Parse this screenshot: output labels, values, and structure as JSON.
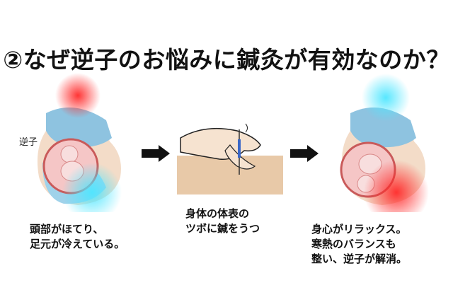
{
  "title": "②なぜ逆子のお悩みに鍼灸が有効なのか？",
  "label_breech": "逆子",
  "captions": {
    "left": [
      "頭部がほてり、",
      "足元が冷えている。"
    ],
    "middle": [
      "身体の体表の",
      "ツボに鍼をうつ"
    ],
    "right": [
      "身心がリラックス。",
      "寒熱のバランスも",
      "整い、逆子が解消。"
    ]
  },
  "colors": {
    "heat": "#ff3b3b",
    "cold": "#5fe0ff",
    "body": "#8ec3e0",
    "skin": "#f3dcc8",
    "arrow": "#111111"
  },
  "icons": [
    "arrow-right-icon",
    "arrow-right-icon"
  ]
}
